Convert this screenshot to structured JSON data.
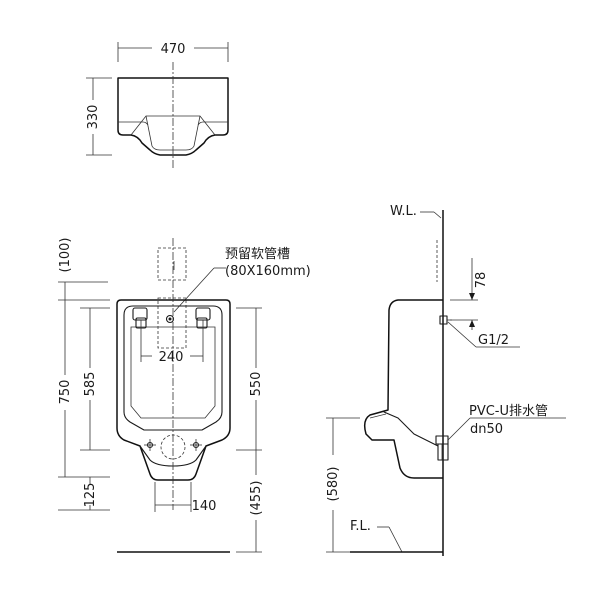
{
  "top_view": {
    "width_label": "470",
    "depth_label": "330"
  },
  "front_view": {
    "top_extra_label": "(100)",
    "height_label": "750",
    "upper_height_label": "585",
    "lower_height_label": "125",
    "spacing_label": "240",
    "inner_height_label": "550",
    "outlet_width_label": "140",
    "floor_to_outlet_label": "(455)",
    "hose_slot_label": "预留软管槽",
    "hose_slot_size_label": "(80X160mm)"
  },
  "side_view": {
    "water_line_label": "W.L.",
    "floor_line_label": "F.L.",
    "inlet_offset_label": "78",
    "inlet_thread_label": "G1/2",
    "drain_pipe_label": "PVC-U排水管",
    "drain_size_label": "dn50",
    "drain_height_label": "(580)"
  }
}
